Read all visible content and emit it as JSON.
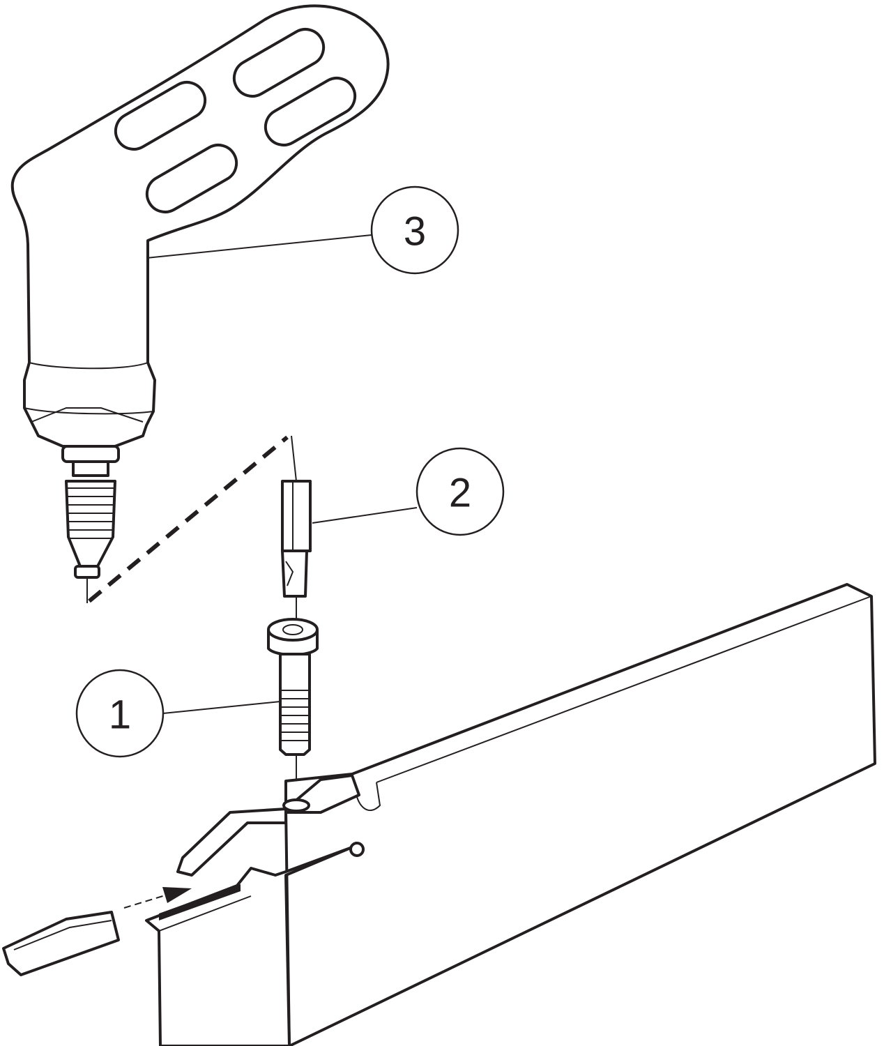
{
  "diagram": {
    "callouts": [
      {
        "id": "1",
        "label": "1",
        "part": "screw"
      },
      {
        "id": "2",
        "label": "2",
        "part": "torx-bit"
      },
      {
        "id": "3",
        "label": "3",
        "part": "handle"
      }
    ],
    "line_color": "#231f20",
    "background": "#ffffff"
  }
}
